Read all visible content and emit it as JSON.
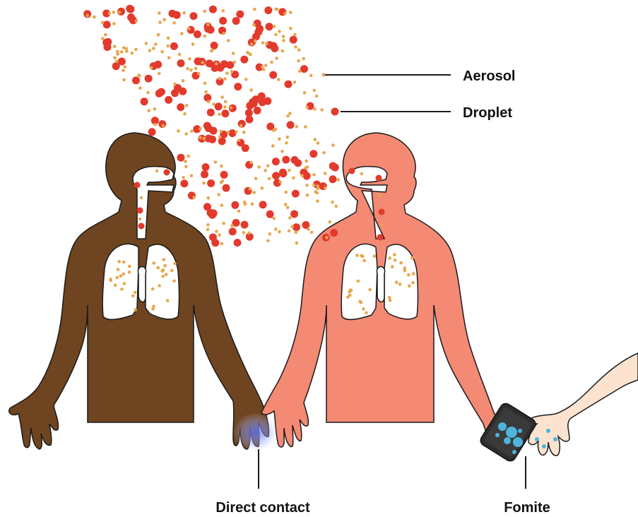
{
  "labels": {
    "aerosol": "Aerosol",
    "droplet": "Droplet",
    "direct_contact": "Direct contact",
    "fomite": "Fomite"
  },
  "colors": {
    "person_left": "#6e4520",
    "person_right": "#f48a74",
    "hand_third": "#fbe3cf",
    "droplet": "#e23a2c",
    "aerosol": "#e8a64e",
    "phone": "#2d2d2d",
    "phone_bubble": "#4fb3dc",
    "contact_glow": "#7d8ff0",
    "outline": "#1a1a1a"
  },
  "icons": {
    "phone": "smartphone-icon"
  }
}
